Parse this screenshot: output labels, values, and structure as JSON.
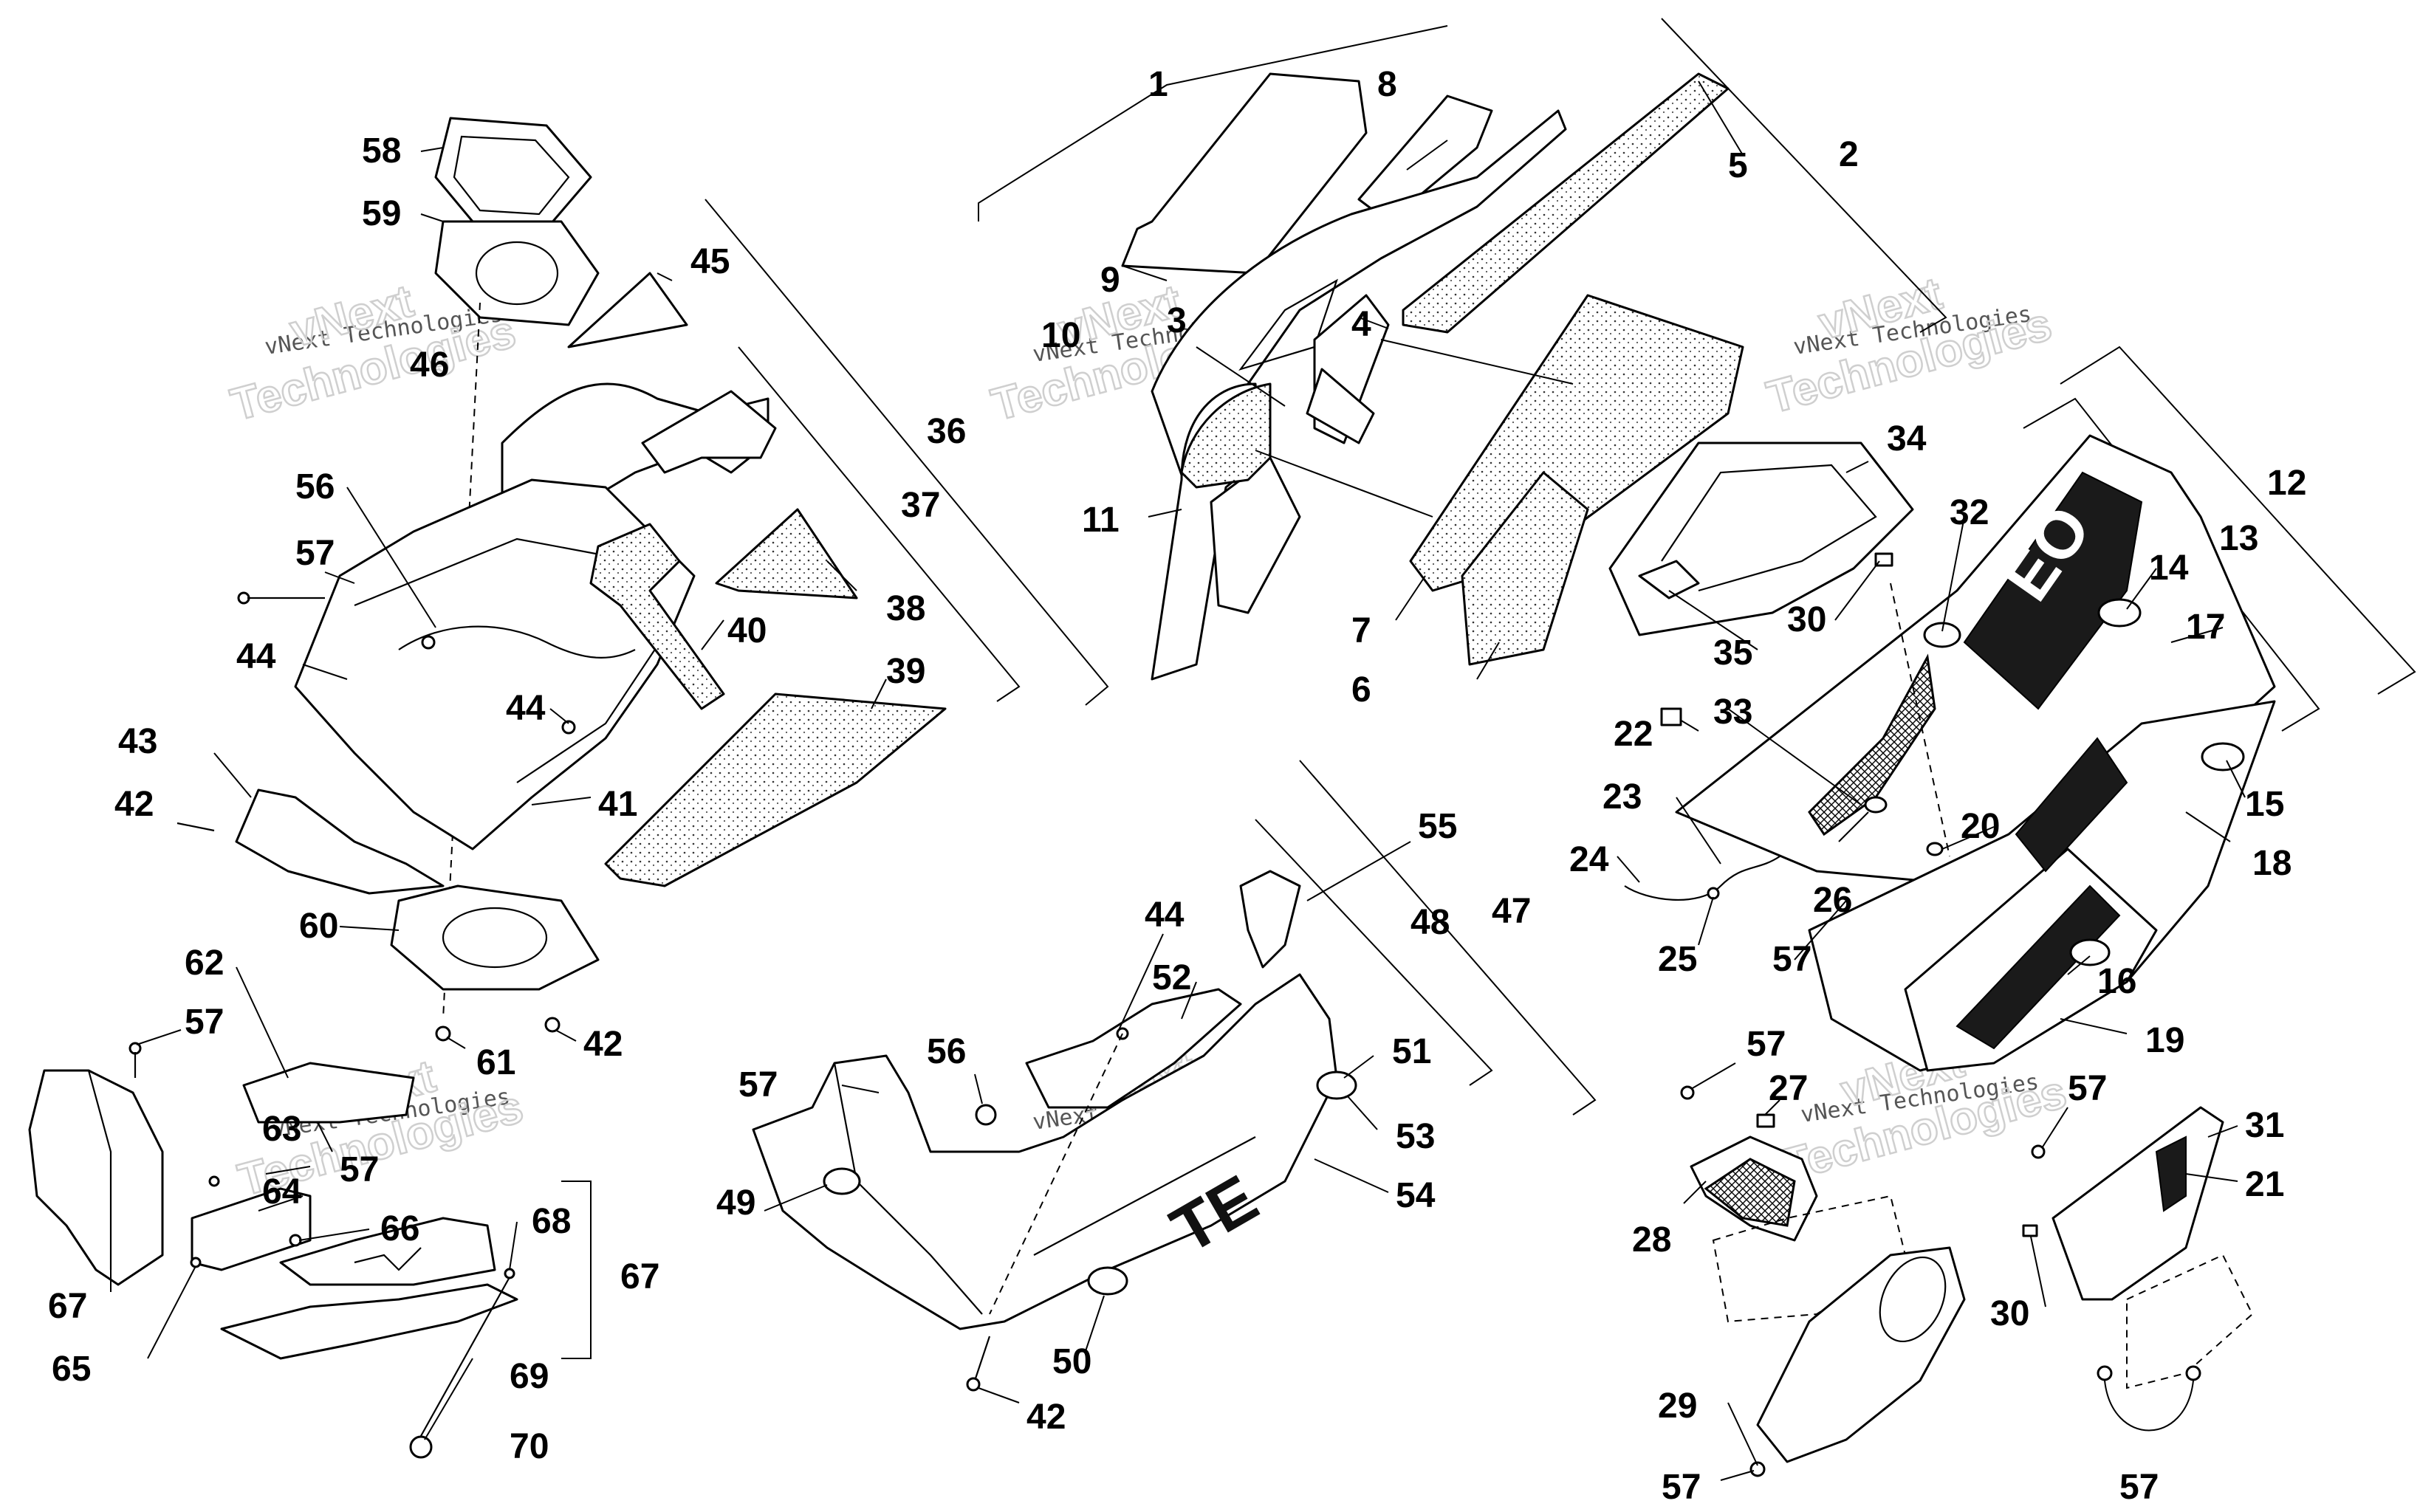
{
  "watermark": {
    "line1": "vNext Technologies",
    "big1": "vNext",
    "big2": "Technologies"
  },
  "decals": {
    "side_graphic": "EO"
  },
  "callouts": {
    "c1": "1",
    "c2": "2",
    "c3": "3",
    "c4": "4",
    "c5": "5",
    "c6": "6",
    "c7": "7",
    "c8": "8",
    "c9": "9",
    "c10": "10",
    "c11": "11",
    "c12": "12",
    "c13": "13",
    "c14": "14",
    "c15": "15",
    "c16": "16",
    "c17": "17",
    "c18": "18",
    "c19": "19",
    "c20": "20",
    "c21": "21",
    "c22": "22",
    "c23": "23",
    "c24": "24",
    "c25": "25",
    "c26": "26",
    "c27": "27",
    "c28": "28",
    "c29": "29",
    "c30a": "30",
    "c30b": "30",
    "c31": "31",
    "c32": "32",
    "c33": "33",
    "c34": "34",
    "c35": "35",
    "c36": "36",
    "c37": "37",
    "c38": "38",
    "c39": "39",
    "c40": "40",
    "c41": "41",
    "c42a": "42",
    "c42b": "42",
    "c42c": "42",
    "c43": "43",
    "c44a": "44",
    "c44b": "44",
    "c44c": "44",
    "c45": "45",
    "c46": "46",
    "c47": "47",
    "c48": "48",
    "c49": "49",
    "c50": "50",
    "c51": "51",
    "c52": "52",
    "c53": "53",
    "c54": "54",
    "c55": "55",
    "c56a": "56",
    "c56b": "56",
    "c57a": "57",
    "c57b": "57",
    "c57c": "57",
    "c57d": "57",
    "c57e": "57",
    "c57f": "57",
    "c57g": "57",
    "c57h": "57",
    "c57i": "57",
    "c58": "58",
    "c59": "59",
    "c60": "60",
    "c61": "61",
    "c62": "62",
    "c63": "63",
    "c64": "64",
    "c65": "65",
    "c66": "66",
    "c67a": "67",
    "c67b": "67",
    "c68": "68",
    "c69": "69",
    "c70": "70"
  }
}
